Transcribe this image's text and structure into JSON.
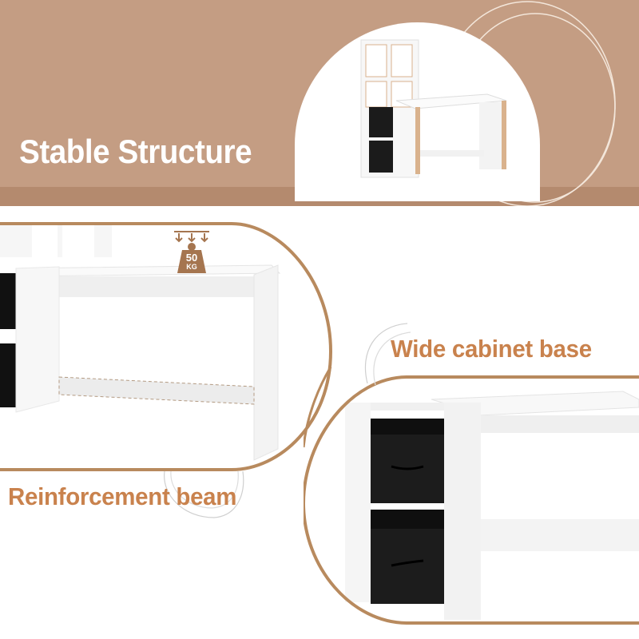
{
  "banner": {
    "title": "Stable Structure",
    "background_color": "#c49d83",
    "strip_color": "#b48a6e"
  },
  "features": [
    {
      "label": "Reinforcement beam",
      "color": "#c9824d"
    },
    {
      "label": "Wide cabinet base",
      "color": "#c9824d"
    }
  ],
  "load_badge": {
    "value": "50",
    "unit": "KG",
    "icon": "weight-icon",
    "color": "#a5754f"
  },
  "accent_color": "#b88a5e"
}
